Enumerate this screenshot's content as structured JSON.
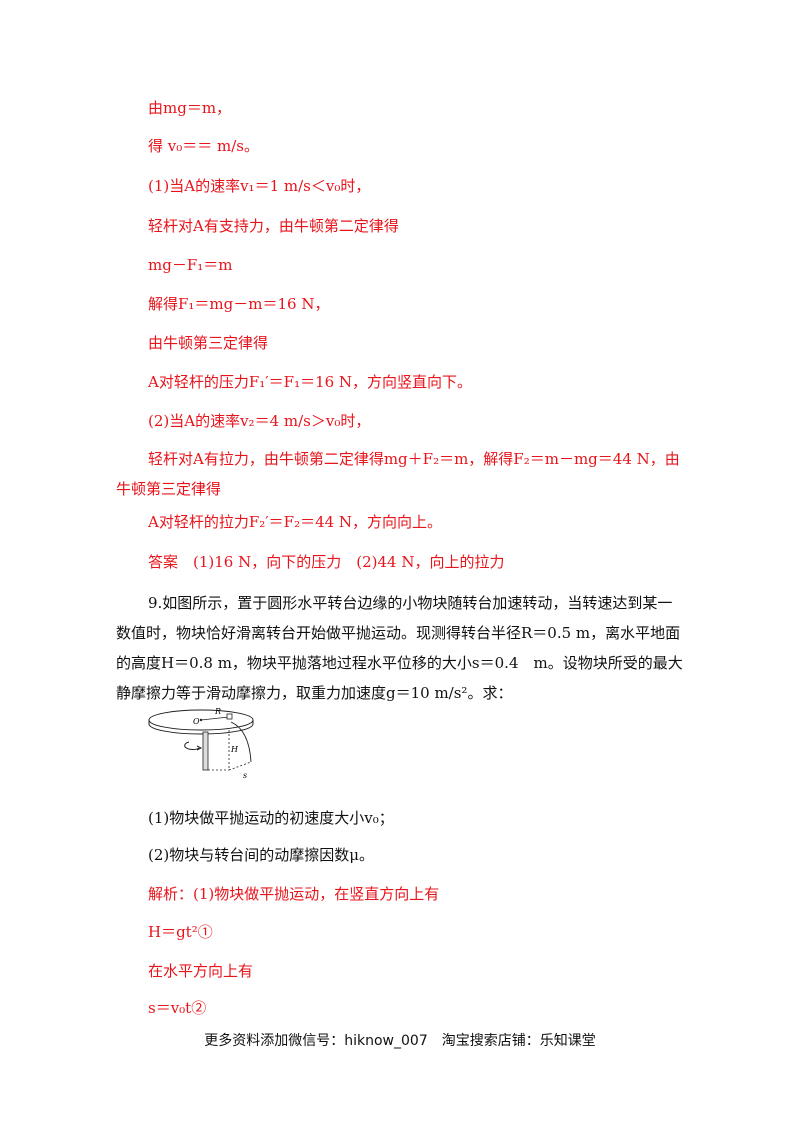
{
  "solution_part1": {
    "l1": "由mg＝m，",
    "l2": "得 v₀＝＝  m/s。",
    "l3": "(1)当A的速率v₁＝1 m/s＜v₀时，",
    "l4": "轻杆对A有支持力，由牛顿第二定律得",
    "l5": "mg－F₁＝m",
    "l6": "解得F₁＝mg－m＝16 N，",
    "l7": "由牛顿第三定律得",
    "l8": "A对轻杆的压力F₁′＝F₁＝16 N，方向竖直向下。",
    "l9": "(2)当A的速率v₂＝4 m/s＞v₀时，",
    "l10": "轻杆对A有拉力，由牛顿第二定律得mg＋F₂＝m，解得F₂＝m－mg＝44 N，由牛顿第三定律得",
    "l11": "A对轻杆的拉力F₂′＝F₂＝44 N，方向向上。",
    "answer": "答案　(1)16 N，向下的压力　(2)44 N，向上的拉力"
  },
  "problem9": {
    "text": "9.如图所示，置于圆形水平转台边缘的小物块随转台加速转动，当转速达到某一数值时，物块恰好滑离转台开始做平抛运动。现测得转台半径R＝0.5 m，离水平地面的高度H＝0.8 m，物块平抛落地过程水平位移的大小s＝0.4　m。设物块所受的最大静摩擦力等于滑动摩擦力，取重力加速度g＝10 m/s²。求：",
    "q1": "(1)物块做平抛运动的初速度大小v₀；",
    "q2": "(2)物块与转台间的动摩擦因数μ。",
    "figure_labels": {
      "O": "O",
      "R": "R",
      "H": "H",
      "s": "s"
    }
  },
  "solution_part2": {
    "l1": "解析：(1)物块做平抛运动，在竖直方向上有",
    "l2": "H＝gt²①",
    "l3": "在水平方向上有",
    "l4": "s＝v₀t②"
  },
  "footer": "更多资料添加微信号：hiknow_007　淘宝搜索店铺：乐知课堂",
  "colors": {
    "answer_red": "#e8141b",
    "text": "#111111"
  }
}
